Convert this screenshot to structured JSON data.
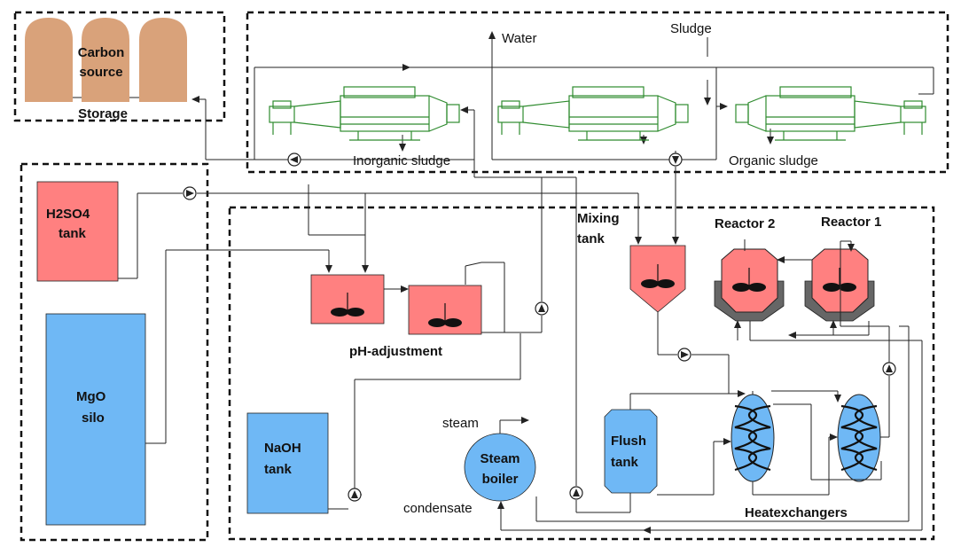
{
  "colors": {
    "storage": "#d9a27a",
    "tank_red": "#ff8080",
    "tank_blue": "#6fb8f5",
    "centrifuge_green": "#2e8b2e",
    "reactor_jacket": "#666666"
  },
  "labels": {
    "carbon_source": [
      "Carbon",
      "source"
    ],
    "storage": "Storage",
    "water": "Water",
    "sludge": "Sludge",
    "inorganic_sludge": "Inorganic sludge",
    "organic_sludge": "Organic sludge",
    "h2so4_tank": [
      "H2SO4",
      "tank"
    ],
    "mgo_silo": [
      "MgO",
      "silo"
    ],
    "naoh_tank": [
      "NaOH",
      "tank"
    ],
    "ph_adjustment": "pH-adjustment",
    "mixing_tank": [
      "Mixing",
      "tank"
    ],
    "reactor_2": "Reactor 2",
    "reactor_1": "Reactor 1",
    "flush_tank": [
      "Flush",
      "tank"
    ],
    "steam_boiler": [
      "Steam",
      "boiler"
    ],
    "steam": "steam",
    "condensate": "condensate",
    "heatexchangers": "Heatexchangers"
  },
  "icons": [
    "pump-icon",
    "arrow-icon",
    "centrifuge-icon",
    "stirrer-icon",
    "coil-icon"
  ]
}
